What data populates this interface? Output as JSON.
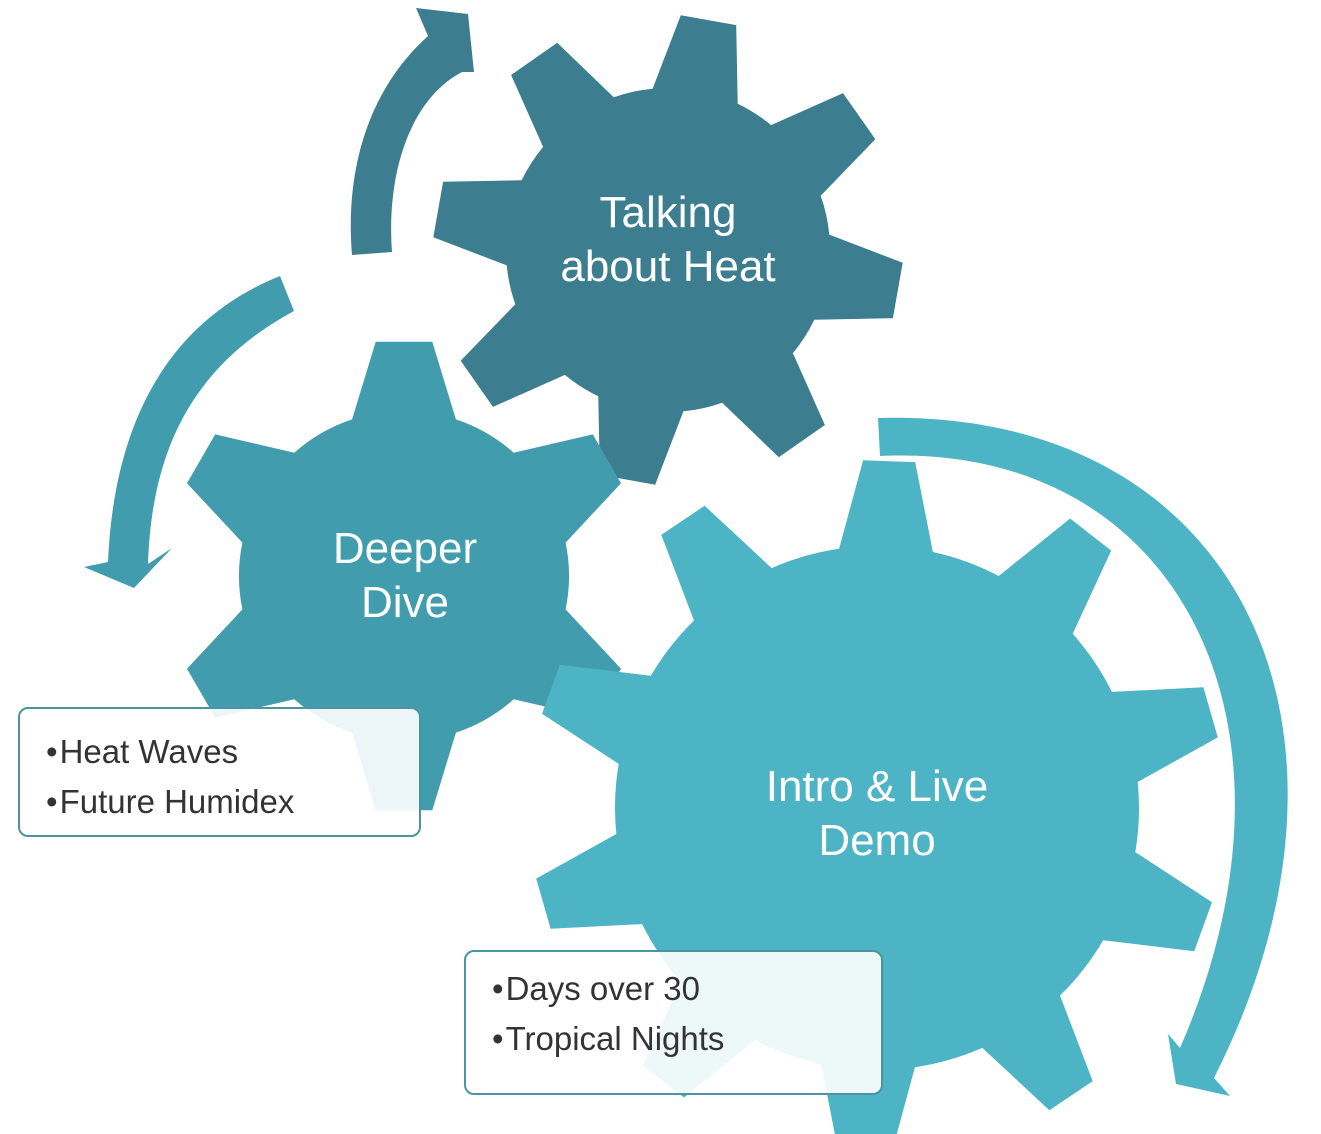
{
  "colors": {
    "gear_top": "#3c7e90",
    "gear_middle": "#419cae",
    "gear_bottom": "#4cb4c4",
    "box_border": "#4c93a3",
    "text_on_gear": "#ffffff",
    "text_in_box": "#333333"
  },
  "gears": [
    {
      "id": "top",
      "line1": "Talking",
      "line2": "about Heat"
    },
    {
      "id": "middle",
      "line1": "Deeper",
      "line2": "Dive"
    },
    {
      "id": "bottom",
      "line1": "Intro & Live",
      "line2": "Demo"
    }
  ],
  "callouts": [
    {
      "id": "middle",
      "items": [
        "Heat Waves",
        "Future Humidex"
      ]
    },
    {
      "id": "bottom",
      "items": [
        "Days over 30",
        "Tropical Nights"
      ]
    }
  ]
}
